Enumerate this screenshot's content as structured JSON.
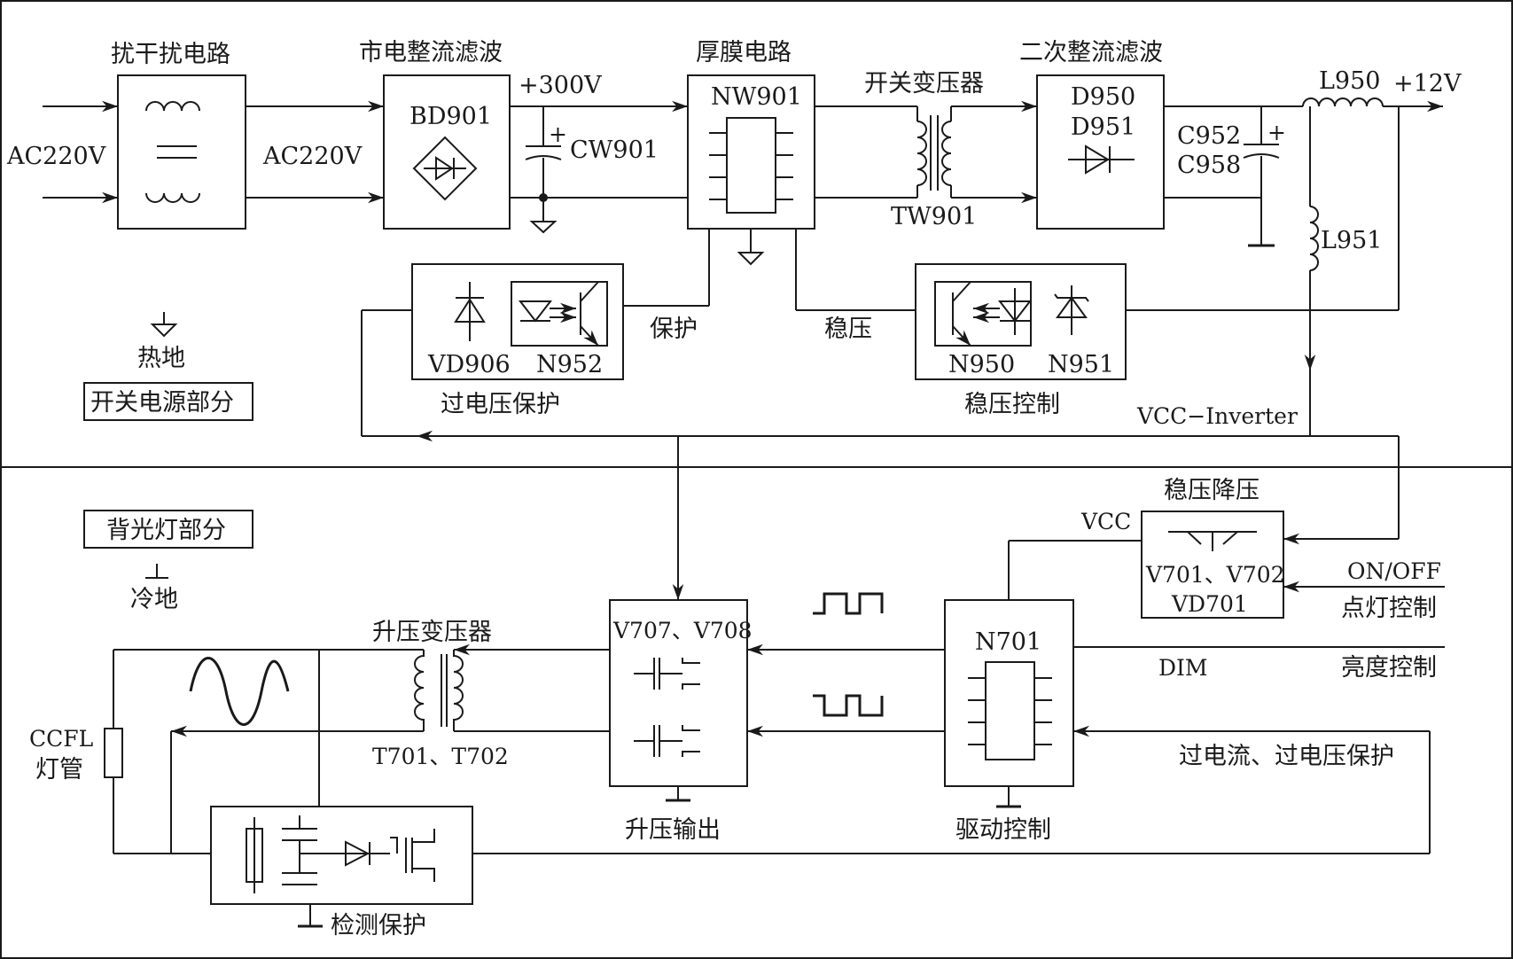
{
  "top_section": {
    "emi_filter": "扰干扰电路",
    "ac_input_left": "AC220V",
    "ac_input_mid": "AC220V",
    "rectifier_filter": "市电整流滤波",
    "bridge": "BD901",
    "dc_300v": "+300V",
    "cap_cw901": "CW901",
    "thick_film": "厚膜电路",
    "ic_nw901": "NW901",
    "switch_transformer": "开关变压器",
    "transformer_tw901": "TW901",
    "secondary_rectifier": "二次整流滤波",
    "diode_d950": "D950",
    "diode_d951": "D951",
    "cap_c952": "C952",
    "cap_c958": "C958",
    "inductor_l950": "L950",
    "out_12v": "+12V",
    "inductor_l951": "L951",
    "vd906": "VD906",
    "n952": "N952",
    "over_voltage_protect": "过电压保护",
    "protect": "保护",
    "regulate": "稳压",
    "n950": "N950",
    "n951": "N951",
    "regulation_control": "稳压控制",
    "vcc_inverter": "VCC−Inverter",
    "hot_ground": "热地",
    "section_title": "开关电源部分"
  },
  "bottom_section": {
    "section_title": "背光灯部分",
    "cold_ground": "冷地",
    "regulator_step_down": "稳压降压",
    "vcc": "VCC",
    "v701_v702": "V701、V702",
    "vd701": "VD701",
    "on_off": "ON/OFF",
    "lamp_control": "点灯控制",
    "dim": "DIM",
    "brightness_control": "亮度控制",
    "n701": "N701",
    "drive_control": "驱动控制",
    "overcurrent_protect": "过电流、过电压保护",
    "v707_v708": "V707、V708",
    "boost_output": "升压输出",
    "boost_transformer": "升压变压器",
    "t701_t702": "T701、T702",
    "ccfl": "CCFL",
    "lamp_tube": "灯管",
    "detect_protect": "检测保护"
  }
}
